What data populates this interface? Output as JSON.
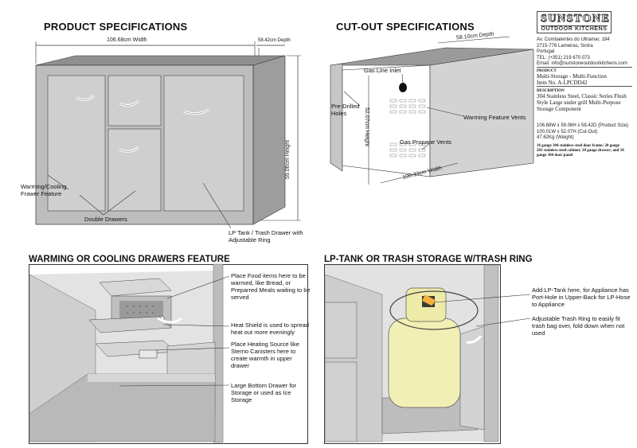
{
  "sections": {
    "product_specs": "PRODUCT SPECIFICATIONS",
    "cutout_specs": "CUT-OUT SPECIFICATIONS",
    "warming": "WARMING OR COOLING DRAWERS FEATURE",
    "lptank": "LP-TANK OR TRASH STORAGE W/TRASH RING"
  },
  "product": {
    "width": "106.68cm Width",
    "depth": "58.42cm Depth",
    "height": "59.06cm Height",
    "warming_label": "Warming/Cooling Frawer Feature",
    "double_drawers": "Double Drawers",
    "lp_label": "LP Tank / Trash Drawer with Adjustable Ring"
  },
  "cutout": {
    "depth": "58.10cm Depth",
    "height": "52.07cm Height",
    "width": "100.33cm Width",
    "gas_line_inlet": "Gas Line Inlet",
    "pre_drilled": "Pre-Drilled Holes",
    "warming_vents": "Warming Feature Vents",
    "propane_vents": "Gas Propane Vents"
  },
  "company": {
    "logo_top": "SUNSTONE",
    "logo_bottom": "OUTDOOR KITCHENS",
    "address1": "Av. Combatentes do Ultramar, 184",
    "address2": "2715-776 Lameiras, Sintra",
    "address3": "Portugal",
    "tel": "TEL: (+351) 219 670 073",
    "email": "Email: info@sunstoneoutdoorkitchens.com"
  },
  "info": {
    "product_heading": "PRODUCT",
    "product_name": "Multi-Storage - Multi-Function",
    "item_no": "Item No. A-LPCDD42",
    "description_heading": "DESCRIPTION",
    "description": "304 Stainless Steel, Classic Series Flush Style Large under grill Multi-Purpose Storage Component",
    "size1": "106.68W x 59.06H x 58.42D (Product Size)",
    "size2": "100.01W x 52.07H (Cut-Out)",
    "weight": "47.62Kg (Weight)",
    "gauge": "16 gauge 304 stainless steel door frame; 20 gauge 201 stainless steel cabinet; 20 gauge drawer; and 18 gauge 304 door panel"
  },
  "warming_notes": {
    "note1": "Place Food items here to be warmed, like Bread, or Preparred Meals waiting to be served",
    "note2": "Heat Shield is used to spread heat out more eveningly",
    "note3": "Place Heating Source like Sterno Canisters here to create warmth in upper drawer",
    "note4": "Large Bottom Drawer for Storage or used as Ice Storage"
  },
  "lp_notes": {
    "note1": "Add LP-Tank here, for Appliance has Port-Hole in Upper-Back for LP-Hose to Appliance",
    "note2": "Adjustable Trash Ring to easily fit trash bag over, fold down when not used"
  },
  "colors": {
    "steel_light": "#c9c9c9",
    "steel_mid": "#a9a9a9",
    "steel_dark": "#8a8a8a",
    "tank_yellow": "#f2efb4"
  }
}
